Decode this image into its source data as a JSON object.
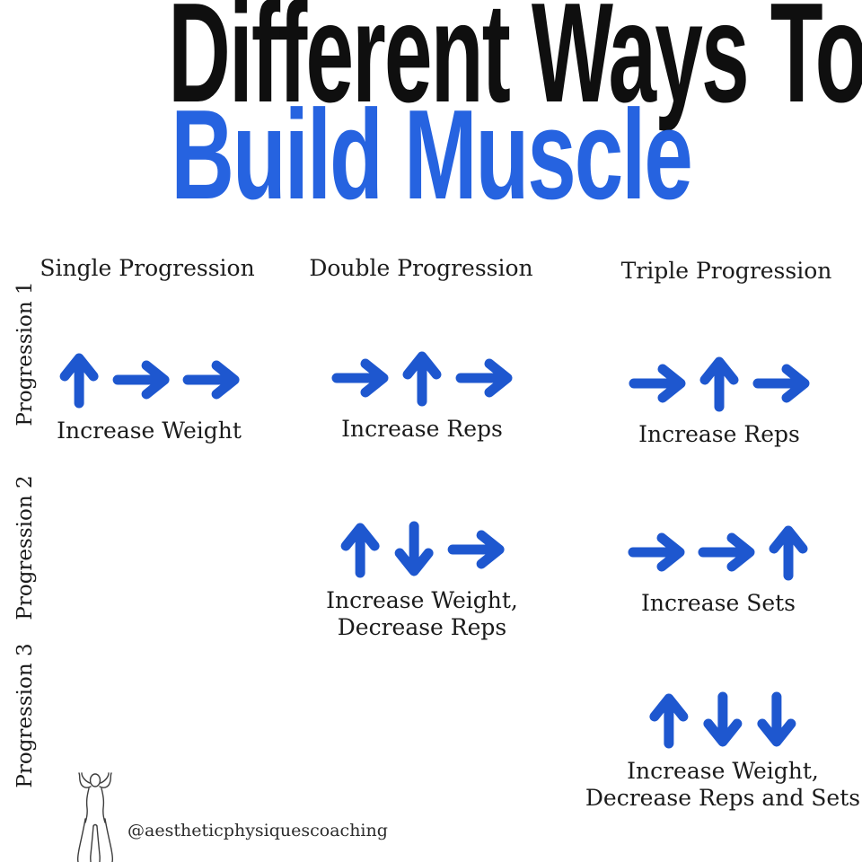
{
  "title": {
    "line1": "Different Ways To",
    "line2": "Build Muscle"
  },
  "colors": {
    "title_black": "#0f0f0f",
    "accent_blue": "#2663e0",
    "arrow_blue": "#1e57cf",
    "text_dark": "#1b1b1b"
  },
  "columns": [
    {
      "label": "Single Progression"
    },
    {
      "label": "Double Progression"
    },
    {
      "label": "Triple Progression"
    }
  ],
  "rows": [
    {
      "label": "Progression 1"
    },
    {
      "label": "Progression 2"
    },
    {
      "label": "Progression 3"
    }
  ],
  "cells": [
    {
      "column": "Single Progression",
      "row": "Progression 1",
      "arrows": [
        "up",
        "right",
        "right"
      ],
      "caption": [
        "Increase Weight"
      ]
    },
    {
      "column": "Double Progression",
      "row": "Progression 1",
      "arrows": [
        "right",
        "up",
        "right"
      ],
      "caption": [
        "Increase Reps"
      ]
    },
    {
      "column": "Triple Progression",
      "row": "Progression 1",
      "arrows": [
        "right",
        "up",
        "right"
      ],
      "caption": [
        "Increase Reps"
      ]
    },
    {
      "column": "Double Progression",
      "row": "Progression 2",
      "arrows": [
        "up",
        "down",
        "right"
      ],
      "caption": [
        "Increase Weight,",
        "Decrease Reps"
      ]
    },
    {
      "column": "Triple Progression",
      "row": "Progression 2",
      "arrows": [
        "right",
        "right",
        "up"
      ],
      "caption": [
        "Increase Sets"
      ]
    },
    {
      "column": "Triple Progression",
      "row": "Progression 3",
      "arrows": [
        "up",
        "down",
        "down"
      ],
      "caption": [
        "Increase Weight,",
        "Decrease Reps and Sets"
      ]
    }
  ],
  "footer": {
    "handle": "@aestheticphysiquescoaching",
    "logo": "bodybuilder-figure"
  }
}
